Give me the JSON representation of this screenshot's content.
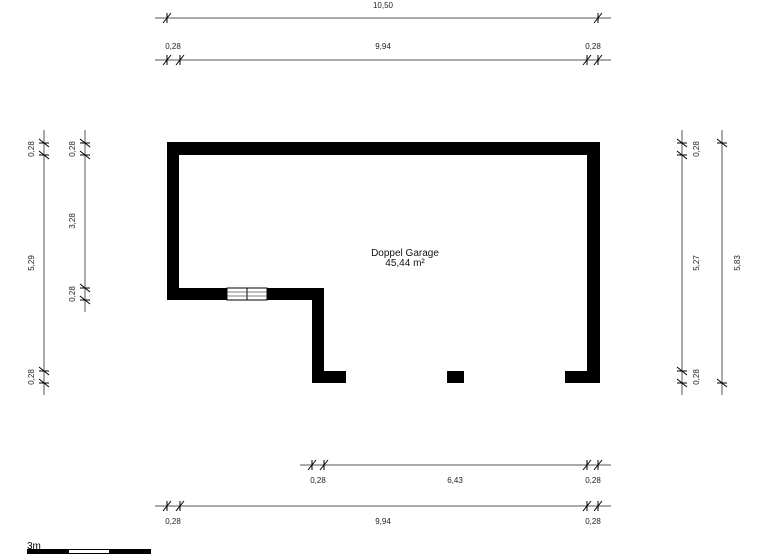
{
  "room": {
    "name": "Doppel Garage",
    "area": "45,44 m²"
  },
  "dimensions": {
    "top_overall": "10,50",
    "top_detail": {
      "left": "0,28",
      "middle": "9,94",
      "right": "0,28"
    },
    "bottom_opening": {
      "left": "0,28",
      "middle": "6,43",
      "right": "0,28"
    },
    "bottom_overall": {
      "left": "0,28",
      "middle": "9,94",
      "right": "0,28"
    },
    "left_overall": {
      "top": "0,28",
      "middle": "5,29",
      "bottom": "0,28"
    },
    "left_detail": {
      "top": "0,28",
      "middle": "3,28",
      "bottom": "0,28"
    },
    "right_detail": {
      "top": "0,28",
      "middle": "5,27",
      "bottom": "0,28"
    },
    "right_overall": "5,83"
  },
  "scale_bar": {
    "label": "3m"
  },
  "colors": {
    "wall": "#000000",
    "dimension_line": "#555555",
    "background": "#ffffff"
  }
}
